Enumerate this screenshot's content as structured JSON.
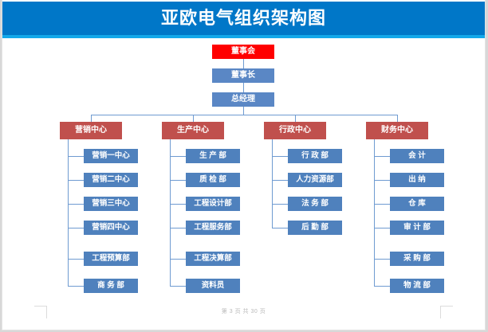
{
  "document": {
    "title": "亚欧电气组织架构图",
    "footer": "第 3 页 共 30 页"
  },
  "colors": {
    "banner": "#0077c8",
    "banner_underline": "#13a8ea",
    "root_box": "#ff0000",
    "exec_box": "#5a87c5",
    "center_box": "#c0504d",
    "leaf_box": "#4f81bd",
    "connector": "#6f9bd1",
    "page": "#ffffff"
  },
  "chart_data": {
    "type": "diagram",
    "title": "亚欧电气组织架构图",
    "root": {
      "label": "董事会",
      "style": "root"
    },
    "executives": [
      {
        "label": "董事长",
        "style": "exec"
      },
      {
        "label": "总经理",
        "style": "exec"
      }
    ],
    "centers": [
      {
        "label": "营销中心",
        "children": [
          "营销一中心",
          "营销二中心",
          "营销三中心",
          "营销四中心",
          "工程预算部",
          "商 务 部"
        ]
      },
      {
        "label": "生产中心",
        "children": [
          "生 产 部",
          "质 检 部",
          "工程设计部",
          "工程服务部",
          "工程决算部",
          "资料员"
        ]
      },
      {
        "label": "行政中心",
        "children": [
          "行 政 部",
          "人力资源部",
          "法 务 部",
          "后 勤 部"
        ]
      },
      {
        "label": "财务中心",
        "children": [
          "会 计",
          "出 纳",
          "仓 库",
          "审 计 部",
          "采 购 部",
          "物 流 部"
        ]
      }
    ]
  }
}
